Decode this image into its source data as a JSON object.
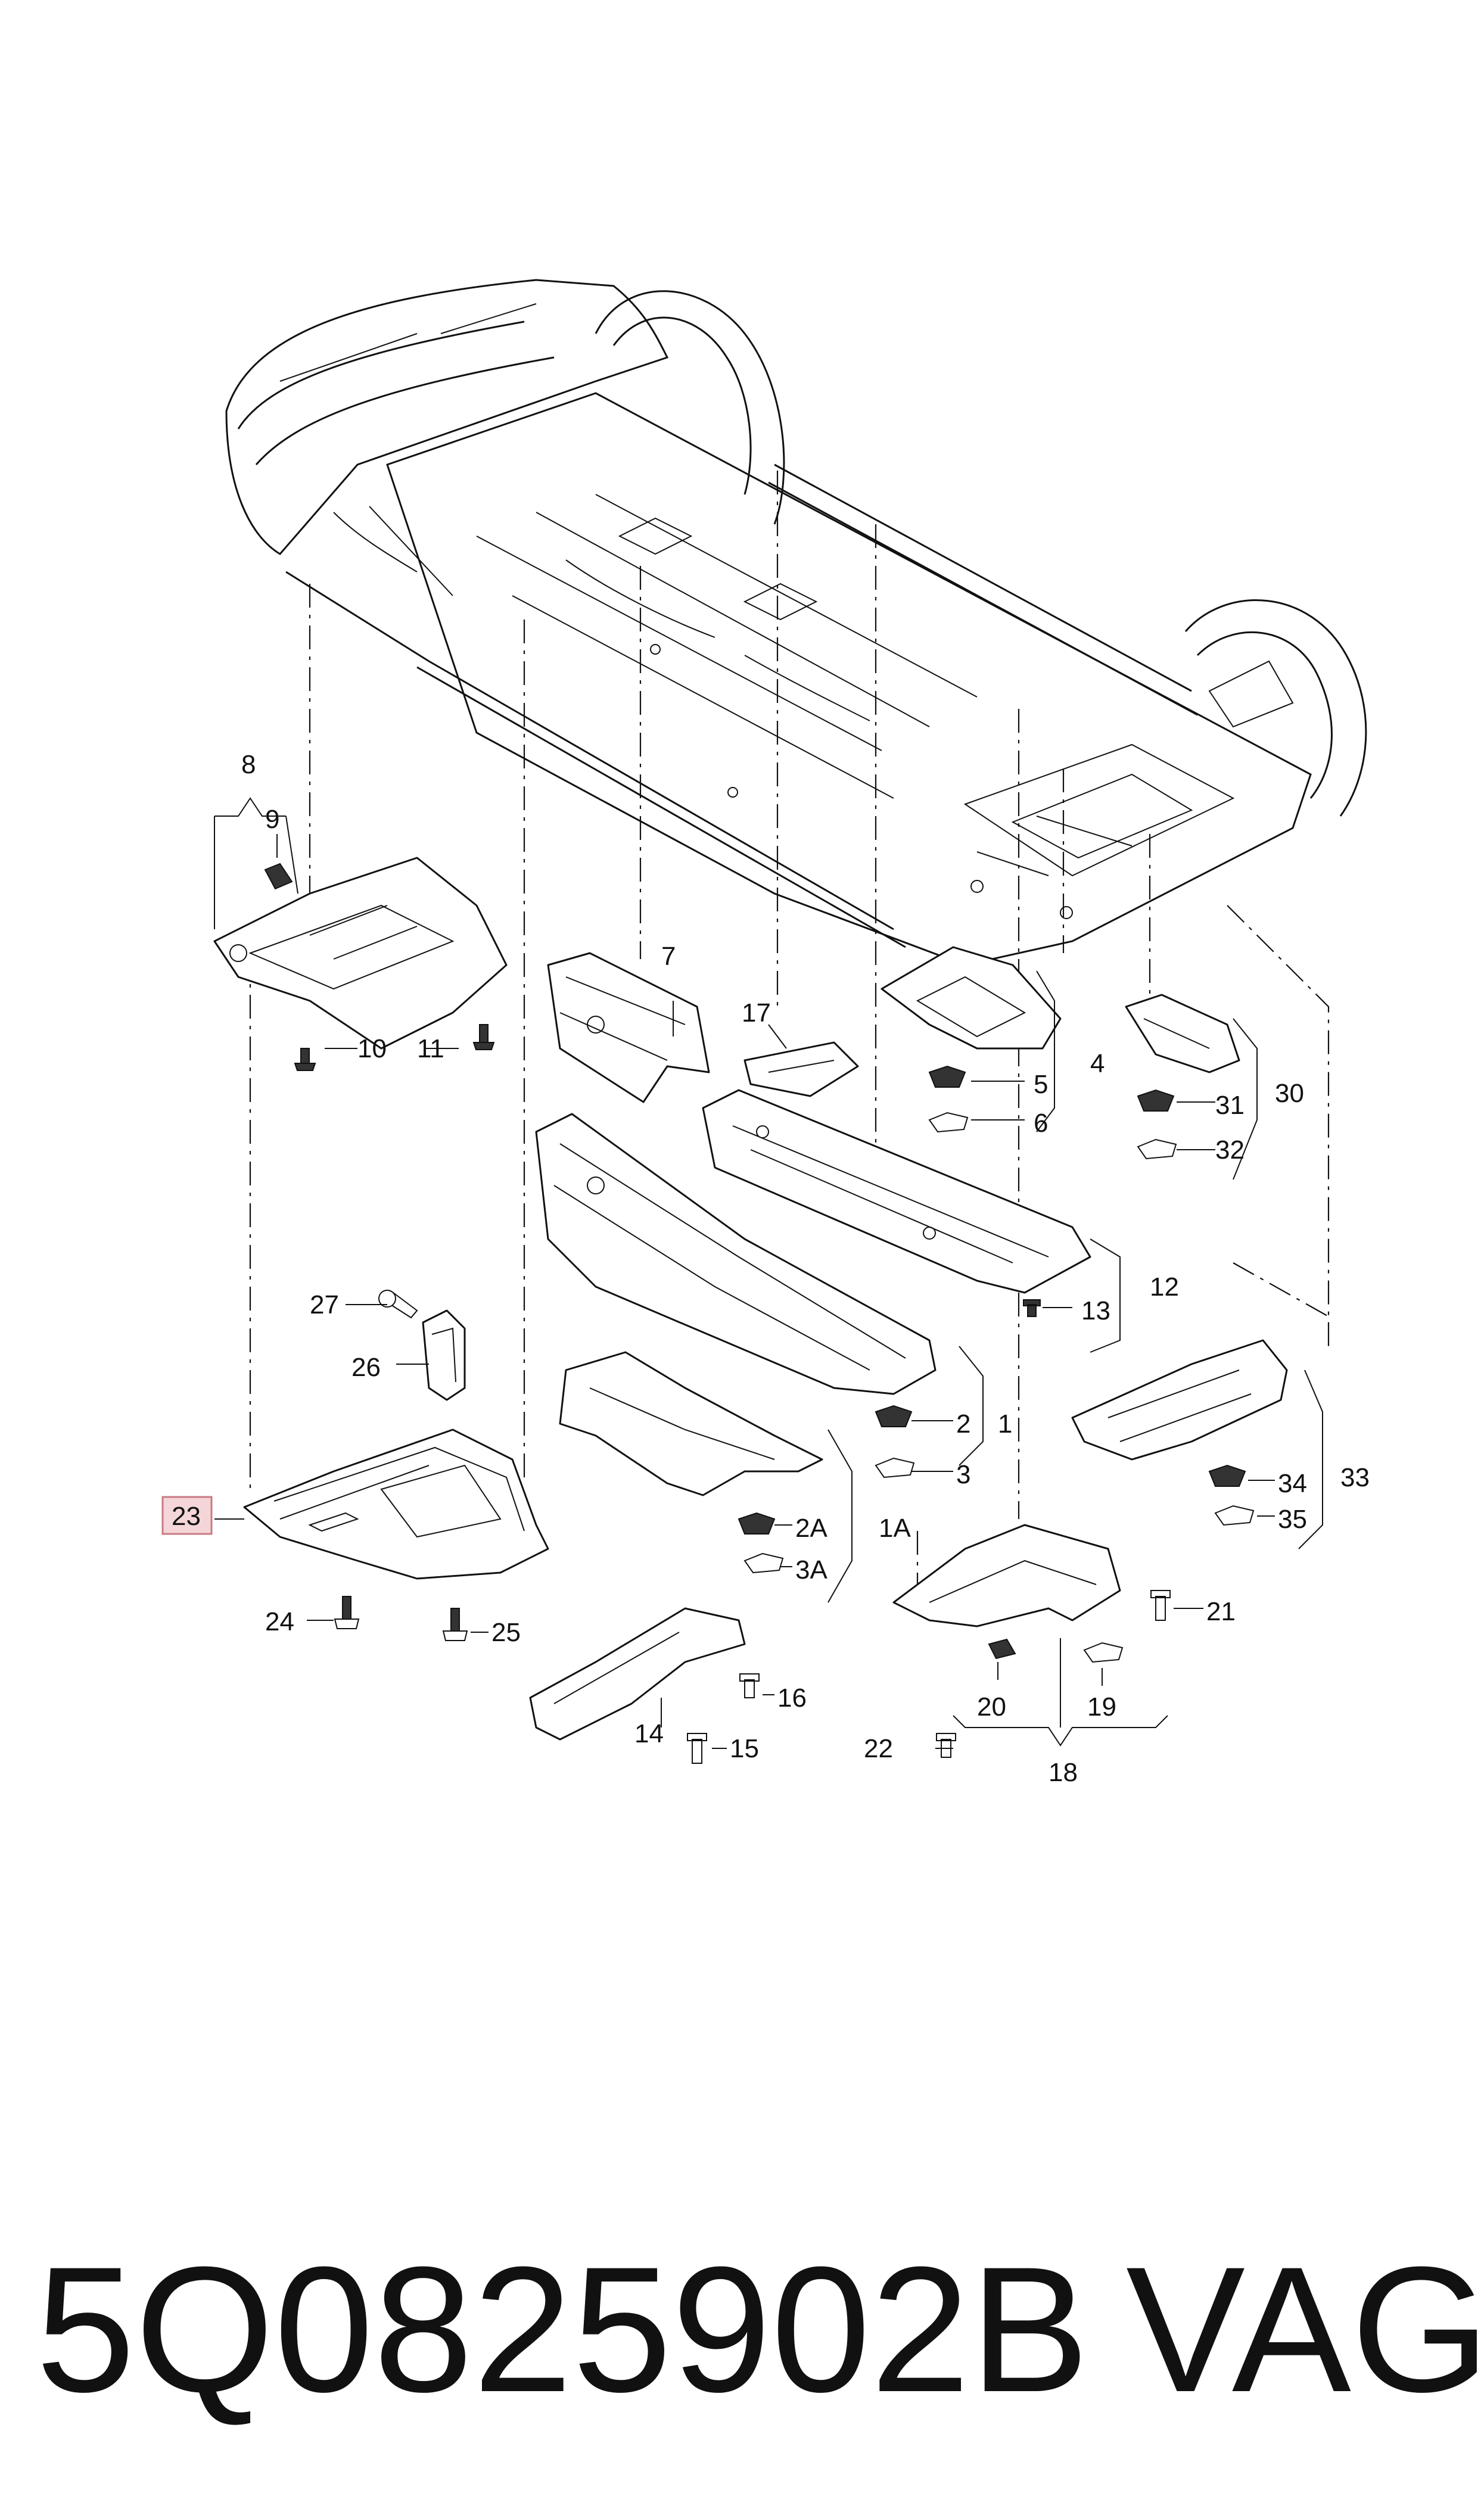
{
  "part_number": "5Q0825902B",
  "brand": "VAG",
  "highlighted_callout": "23",
  "callouts": {
    "c8": "8",
    "c9": "9",
    "c10": "10",
    "c11": "11",
    "c7": "7",
    "c17": "17",
    "c4": "4",
    "c5": "5",
    "c6": "6",
    "c30": "30",
    "c31": "31",
    "c32": "32",
    "c12": "12",
    "c13": "13",
    "c27": "27",
    "c26": "26",
    "c23": "23",
    "c24": "24",
    "c25": "25",
    "c1": "1",
    "c2": "2",
    "c3": "3",
    "c1A": "1A",
    "c2A": "2A",
    "c3A": "3A",
    "c33": "33",
    "c34": "34",
    "c35": "35",
    "c21": "21",
    "c20": "20",
    "c19": "19",
    "c22": "22",
    "c18": "18",
    "c14": "14",
    "c15": "15",
    "c16": "16"
  }
}
